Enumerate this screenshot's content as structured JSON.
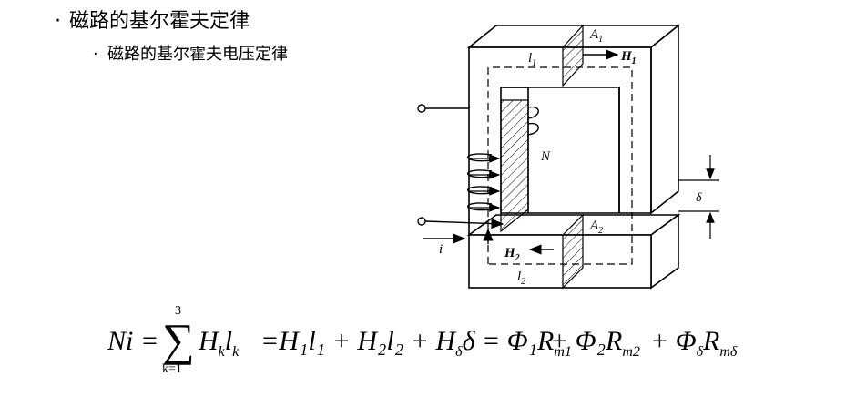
{
  "heading": {
    "bullet_char": "·",
    "title": "磁路的基尔霍夫定律",
    "subtitle": "磁路的基尔霍夫电压定律"
  },
  "diagram_labels": {
    "A1": "A",
    "A1_sub": "1",
    "H1": "H",
    "H1_sub": "1",
    "l1": "l",
    "l1_sub": "1",
    "N": "N",
    "delta": "δ",
    "A2": "A",
    "A2_sub": "2",
    "i": "i",
    "H2": "H",
    "H2_sub": "2",
    "l2": "l",
    "l2_sub": "2"
  },
  "equation": {
    "lhs": "Ni",
    "eq": "=",
    "sum_upper": "3",
    "sum_lower": "k=1",
    "sum_term": "H",
    "sum_term_sub": "k",
    "sum_term2": "l",
    "sum_term2_sub": "k",
    "rhs1": "=H₁l₁ + H₂l₂ + H",
    "rhs1_sub": "δ",
    "rhs1_tail": "δ = Φ₁R",
    "rhs1_tail_sub": "m1",
    "rhs2": " + Φ₂R",
    "rhs2_sub": "m2",
    "rhs3": " + Φ",
    "rhs3_sub1": "δ",
    "rhs3_mid": "R",
    "rhs3_sub2": "mδ"
  }
}
